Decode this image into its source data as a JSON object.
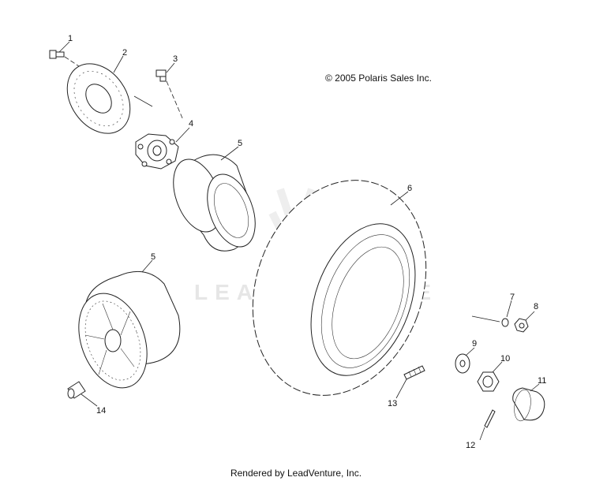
{
  "copyright": "© 2005 Polaris Sales Inc.",
  "footer": "Rendered by LeadVenture, Inc.",
  "watermark": "LEADVENTURE",
  "callouts": [
    "1",
    "2",
    "3",
    "4",
    "5",
    "6",
    "5",
    "7",
    "8",
    "9",
    "10",
    "11",
    "12",
    "13",
    "14"
  ],
  "colors": {
    "line": "#222222",
    "watermark": "#e6e6e6"
  }
}
